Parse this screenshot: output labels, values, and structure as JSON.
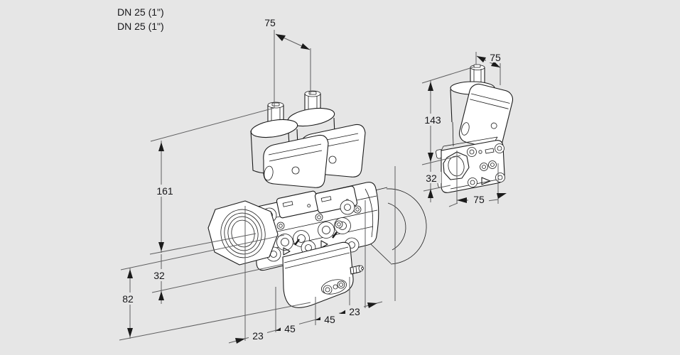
{
  "colors": {
    "background": "#e6e6e6",
    "part_outline": "#1b1b1b",
    "part_fill": "#ffffff",
    "dimension_line": "#5f5f60",
    "label_text": "#17171a"
  },
  "connection_labels": {
    "line1": "DN 25 (1\")",
    "line2": "DN 25 (1\")"
  },
  "main_view": {
    "dims": {
      "top_width": "75",
      "height": "161",
      "axis_offset": "32",
      "base_height": "82",
      "bottom_chain": [
        "23",
        "45",
        "45",
        "23"
      ]
    }
  },
  "side_view": {
    "dims": {
      "top_width": "75",
      "height": "143",
      "axis_offset": "32",
      "bottom_width": "75"
    }
  }
}
